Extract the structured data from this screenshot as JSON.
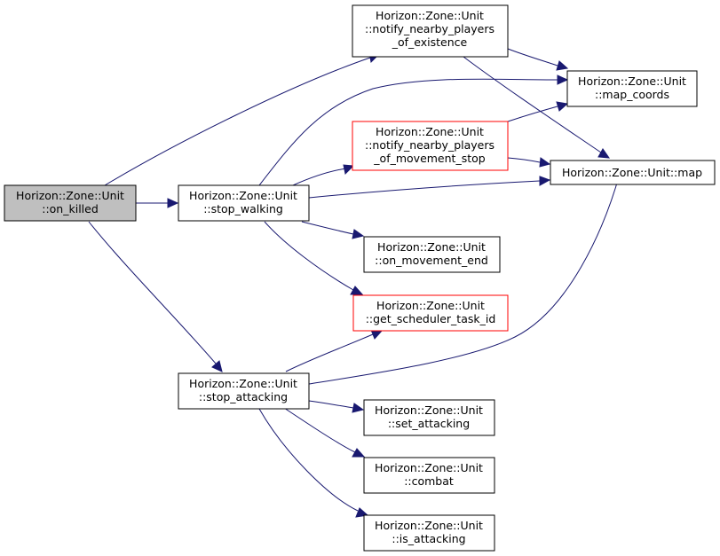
{
  "colors": {
    "edge": "#191970",
    "focus_fill": "#bfbfbf",
    "node_fill": "#ffffff",
    "node_border": "#000000",
    "truncated_border": "#ff0000"
  },
  "nodes": {
    "on_killed": {
      "line1": "Horizon::Zone::Unit",
      "line2": "::on_killed"
    },
    "notify_existence": {
      "line1": "Horizon::Zone::Unit",
      "line2": "::notify_nearby_players",
      "line3": "_of_existence"
    },
    "map_coords": {
      "line1": "Horizon::Zone::Unit",
      "line2": "::map_coords"
    },
    "notify_movement_stop": {
      "line1": "Horizon::Zone::Unit",
      "line2": "::notify_nearby_players",
      "line3": "_of_movement_stop"
    },
    "map": {
      "line1": "Horizon::Zone::Unit::map"
    },
    "stop_walking": {
      "line1": "Horizon::Zone::Unit",
      "line2": "::stop_walking"
    },
    "on_movement_end": {
      "line1": "Horizon::Zone::Unit",
      "line2": "::on_movement_end"
    },
    "get_scheduler_task_id": {
      "line1": "Horizon::Zone::Unit",
      "line2": "::get_scheduler_task_id"
    },
    "stop_attacking": {
      "line1": "Horizon::Zone::Unit",
      "line2": "::stop_attacking"
    },
    "set_attacking": {
      "line1": "Horizon::Zone::Unit",
      "line2": "::set_attacking"
    },
    "combat": {
      "line1": "Horizon::Zone::Unit",
      "line2": "::combat"
    },
    "is_attacking": {
      "line1": "Horizon::Zone::Unit",
      "line2": "::is_attacking"
    }
  },
  "edges": [
    {
      "from": "on_killed",
      "to": "notify_existence"
    },
    {
      "from": "on_killed",
      "to": "stop_walking"
    },
    {
      "from": "on_killed",
      "to": "stop_attacking"
    },
    {
      "from": "notify_existence",
      "to": "map_coords"
    },
    {
      "from": "notify_existence",
      "to": "map"
    },
    {
      "from": "stop_walking",
      "to": "map_coords"
    },
    {
      "from": "stop_walking",
      "to": "notify_movement_stop"
    },
    {
      "from": "stop_walking",
      "to": "map"
    },
    {
      "from": "stop_walking",
      "to": "on_movement_end"
    },
    {
      "from": "stop_walking",
      "to": "get_scheduler_task_id"
    },
    {
      "from": "notify_movement_stop",
      "to": "map_coords"
    },
    {
      "from": "notify_movement_stop",
      "to": "map"
    },
    {
      "from": "stop_attacking",
      "to": "get_scheduler_task_id"
    },
    {
      "from": "stop_attacking",
      "to": "map"
    },
    {
      "from": "stop_attacking",
      "to": "set_attacking"
    },
    {
      "from": "stop_attacking",
      "to": "combat"
    },
    {
      "from": "stop_attacking",
      "to": "is_attacking"
    }
  ]
}
